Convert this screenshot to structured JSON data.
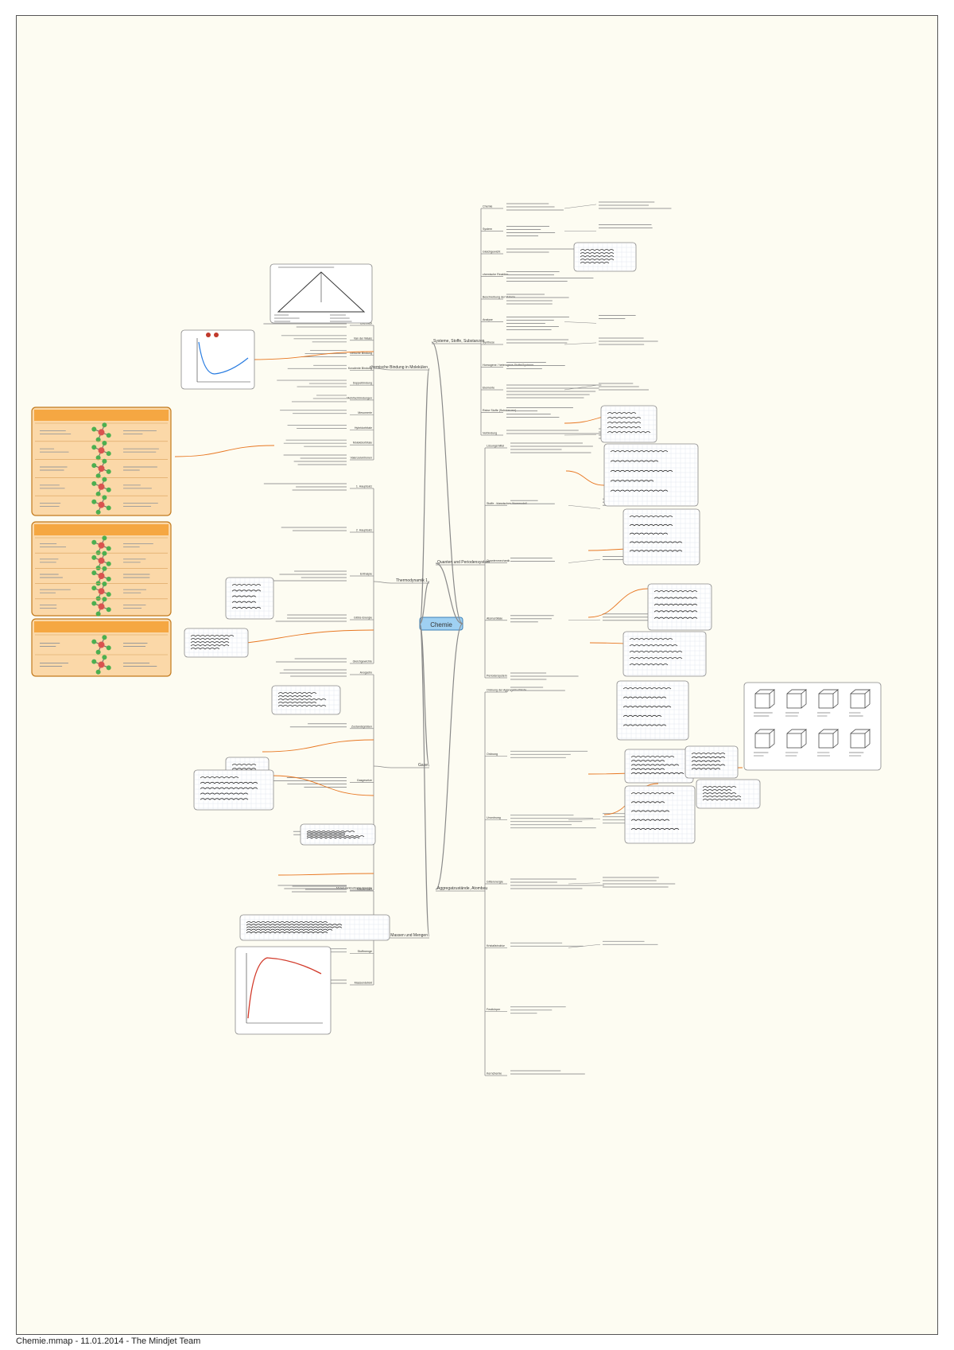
{
  "document": {
    "footer": "Chemie.mmap - 11.01.2014 - The Mindjet Team"
  },
  "colors": {
    "line": "#8a8a8a",
    "accent_line": "#e87722",
    "central_fill": "#9fd0f2",
    "central_stroke": "#3d7fb5",
    "card_fill": "#ffffff",
    "table_fill": "#fbd8a8",
    "table_header": "#f5a742",
    "red_box": "#d23a2a",
    "green_line": "#6aa84f"
  },
  "map": {
    "central": "Chemie",
    "right_branches": [
      {
        "label": "Systeme, Stoffe, Substanzen",
        "topics": [
          "Chemie",
          "System",
          "Gleichgewicht",
          "chemische Reaktion",
          "Beschreibung der Materie",
          "Analyse",
          "Synthese",
          "Homogene / heterogene Stoffe/Systeme",
          "Elemente",
          "Reine Stoffe (Substanzen)",
          "Verbindung"
        ]
      },
      {
        "label": "Quanten und Periodensystem",
        "topics": [
          "Lösungsmittel",
          "Stoffe - klassisches Atommodell",
          "Quantenmechanik",
          "Atomorbitale",
          "Periodensystem"
        ]
      },
      {
        "label": "Aggregatzustände, Atombau",
        "topics": [
          "Ordnung der Aggregatzustände",
          "Ordnung",
          "Unordnung",
          "Gitterenergie",
          "Kristallstruktur",
          "Festkörper",
          "Kernchemie"
        ]
      }
    ],
    "left_branches": [
      {
        "label": "chemische Bindung in Molekülen",
        "topics": [
          "Überblick",
          "Van der Waals",
          "Ionische Bindung",
          "Kovalente Bindung",
          "Doppelbindung",
          "Mehrfachbindungen",
          "Mesomerie",
          "Hybridorbitale",
          "Molekülorbitale",
          "Valenzelektronen"
        ]
      },
      {
        "label": "Thermodynamik 1",
        "topics": [
          "1. Hauptsatz",
          "2. Hauptsatz",
          "Enthalpie",
          "Gibbs-Energie",
          "Gleichgewichte"
        ]
      },
      {
        "label": "Gase",
        "topics": [
          "Avogadro",
          "Zustandsgrößen",
          "Gasgesetze",
          "Partialdruck",
          "Molekularkinetische Energie"
        ]
      },
      {
        "label": "Massen und Mengen",
        "topics": [
          "Massenzahl",
          "Molare Masse",
          "Stoffmenge",
          "Massendefekt"
        ]
      }
    ]
  }
}
